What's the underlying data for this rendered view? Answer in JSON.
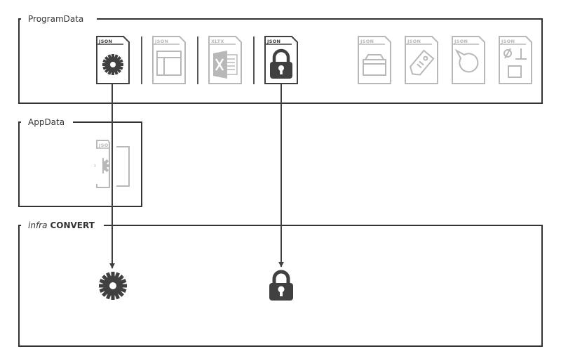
{
  "containers": {
    "programdata": {
      "label": "ProgramData"
    },
    "appdata": {
      "label": "AppData"
    },
    "infraconvert": {
      "label_italic": "infra",
      "label_bold": "CONVERT"
    }
  },
  "files": {
    "config": {
      "tag": "JSON",
      "icon": "gear-icon",
      "state": "active"
    },
    "layout": {
      "tag": "JSON",
      "icon": "layout-icon",
      "state": "inactive"
    },
    "excel": {
      "tag": "XLTX",
      "icon": "excel-icon",
      "state": "inactive"
    },
    "lock": {
      "tag": "JSON",
      "icon": "lock-icon",
      "state": "active"
    },
    "archive": {
      "tag": "JSON",
      "icon": "archive-icon",
      "state": "inactive"
    },
    "labeltag": {
      "tag": "JSON",
      "icon": "tag-icon",
      "state": "inactive"
    },
    "pin": {
      "tag": "JSON",
      "icon": "pin-icon",
      "state": "inactive"
    },
    "symbols": {
      "tag": "JSON",
      "icon": "cad-symbol-icon",
      "state": "inactive"
    },
    "appdata_config": {
      "tag": "JSO",
      "icon": "gear-icon",
      "state": "inactive"
    }
  },
  "outputs": [
    "gear-icon",
    "lock-icon"
  ],
  "colors": {
    "active": "#404040",
    "inactive": "#b8b8b8",
    "border": "#333333",
    "white": "#ffffff"
  }
}
